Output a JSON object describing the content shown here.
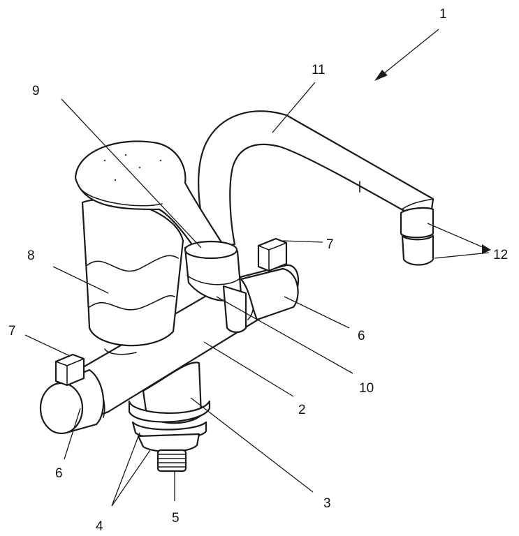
{
  "labels": {
    "n1": "1",
    "n2": "2",
    "n3": "3",
    "n4": "4",
    "n5": "5",
    "n6a": "6",
    "n6b": "6",
    "n7a": "7",
    "n7b": "7",
    "n8": "8",
    "n9": "9",
    "n10": "10",
    "n11": "11",
    "n12": "12"
  }
}
